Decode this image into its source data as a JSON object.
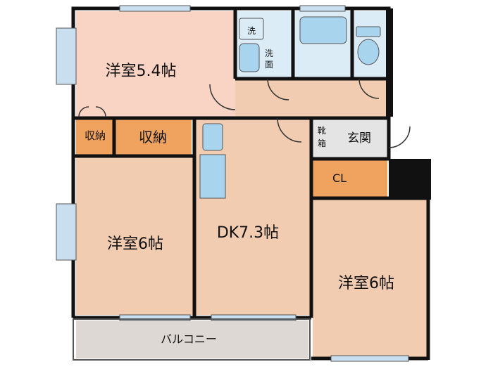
{
  "colors": {
    "wall": "#111111",
    "room_pink": "#f9d3c3",
    "room_tan": "#f2ccb0",
    "storage_orange": "#f0a35e",
    "wet_blue": "#dcecf7",
    "fixture_blue": "#a9d4ee",
    "balcony_gray": "#ddd8d3",
    "entry_gray": "#e4e4e4",
    "window_blue": "#c9dff0"
  },
  "rooms": {
    "western_54": "洋室5.4帖",
    "western_6_left": "洋室6帖",
    "dk": "DK7.3帖",
    "western_6_right": "洋室6帖",
    "storage_small": "収納",
    "storage_large": "収納",
    "closet": "CL",
    "shoe_box_1": "靴",
    "shoe_box_2": "箱",
    "entrance": "玄関",
    "balcony": "バルコニー",
    "washer": "洗",
    "washbasin_1": "洗",
    "washbasin_2": "面"
  }
}
